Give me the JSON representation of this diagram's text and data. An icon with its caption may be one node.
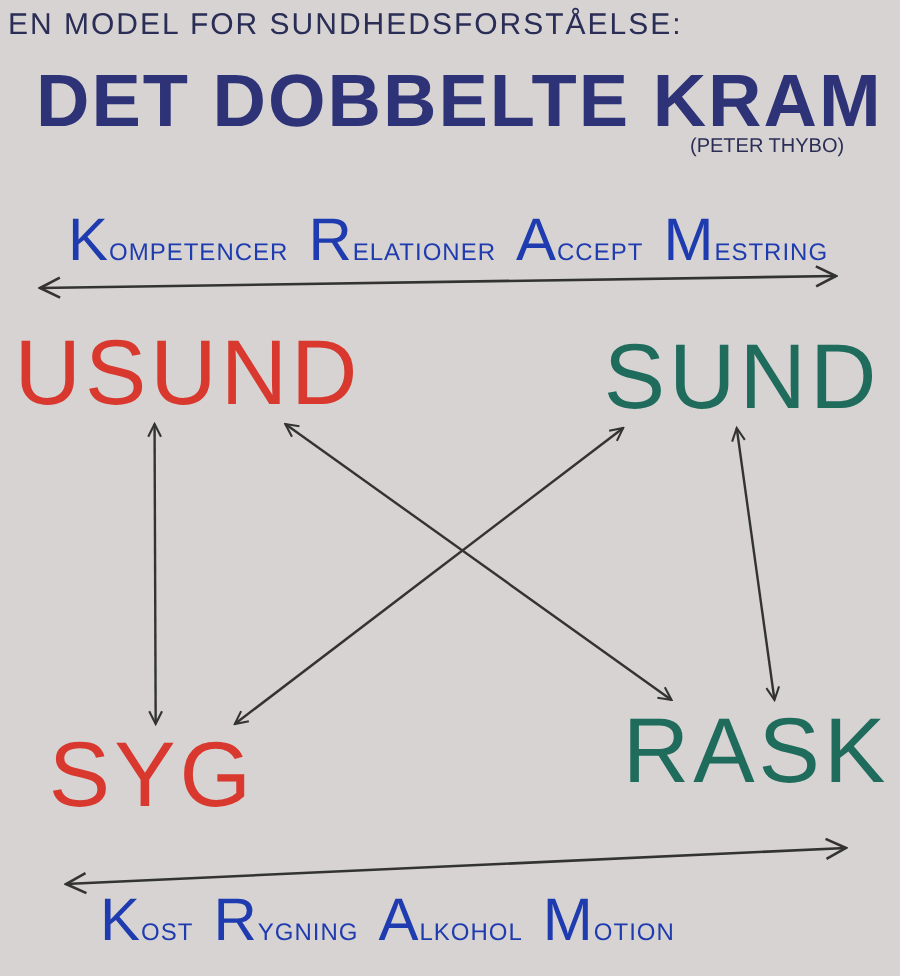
{
  "diagram": {
    "title": "DET DOBBELTE KRAM",
    "nodes": [
      {
        "text": [
          "USUND"
        ]
      },
      {
        "text": [
          "SUND"
        ]
      },
      {
        "text": [
          "SYG"
        ]
      },
      {
        "text": [
          "RASK"
        ]
      }
    ],
    "edges": [
      {
        "from": 0,
        "to": 2,
        "arrow": "both"
      },
      {
        "from": 1,
        "to": 3,
        "arrow": "both"
      },
      {
        "from": 0,
        "to": 3,
        "arrow": "both"
      },
      {
        "from": 1,
        "to": 2,
        "arrow": "both"
      }
    ],
    "labels": [
      "EN MODEL FOR SUNDHEDSFORSTÅELSE:",
      "(PETER THYBO)",
      "KOMPETENCER",
      "RELATIONER",
      "ACCEPT",
      "MESTRING",
      "KOST",
      "RYGNING",
      "ALKOHOL",
      "MOTION"
    ]
  }
}
